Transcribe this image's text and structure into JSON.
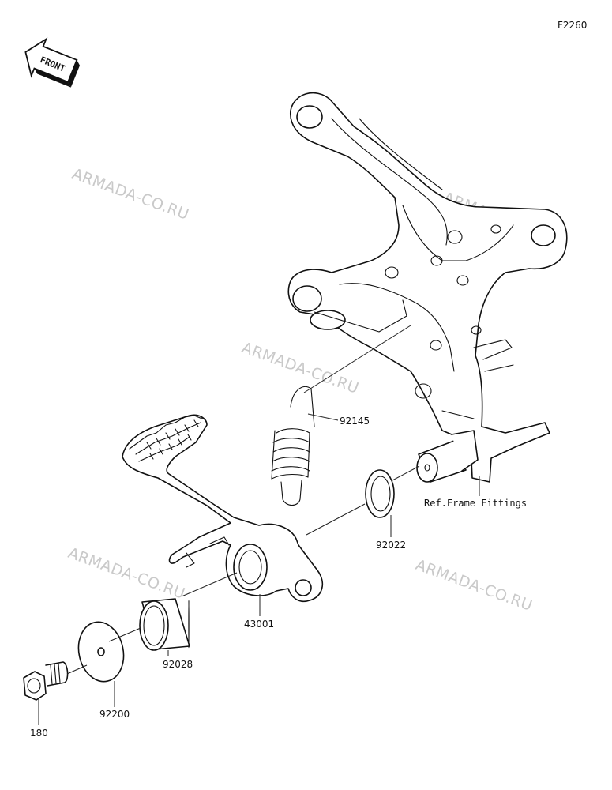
{
  "figure_code": "F2260",
  "front_badge": "FRONT",
  "watermarks": [
    "ARMADA-CO.RU",
    "ARMADA-CO.RU",
    "ARMADA-CO.RU",
    "ARMADA-CO.RU",
    "ARMADA-CO.RU"
  ],
  "callouts": {
    "spring": "92145",
    "washer_small": "92022",
    "ref_frame": "Ref.Frame Fittings",
    "pedal": "43001",
    "collar": "92028",
    "washer_large": "92200",
    "bolt": "180"
  }
}
